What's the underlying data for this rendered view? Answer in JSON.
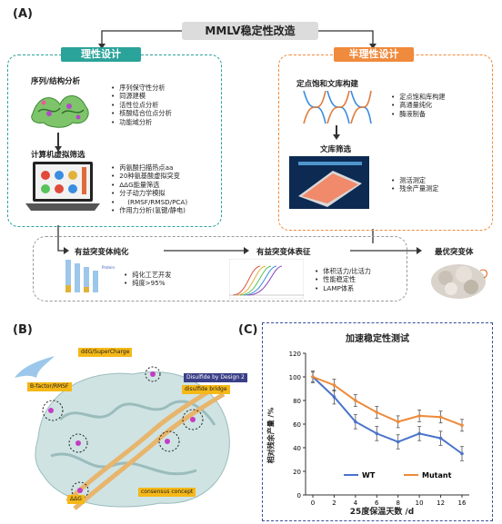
{
  "panelA": {
    "label": "(A)",
    "title": "MMLV稳定性改造",
    "rational": {
      "header": "理性设计",
      "seq_title": "序列/结构分析",
      "seq_items": [
        "序列保守性分析",
        "同源建模",
        "活性位点分析",
        "核酸结合位点分析",
        "功能域分析"
      ],
      "comp_title": "计算机虚拟筛选",
      "comp_items": [
        "丙氨酸扫描热点aa",
        "20种氨基酸虚拟突变",
        "ΔΔG能量筛选",
        "分子动力学模拟",
        "(RMSF/RMSD/PCA)",
        "作用力分析(氢键/静电)"
      ]
    },
    "semi": {
      "header": "半理性设计",
      "lib_title": "定点饱和文库构建",
      "lib_items": [
        "定点饱和库构建",
        "高通量纯化",
        "酶液制备"
      ],
      "screen_title": "文库筛选",
      "screen_items": [
        "测活测定",
        "残余产量测定"
      ]
    },
    "flow": {
      "purify_title": "有益突变体纯化",
      "purify_items": [
        "纯化工艺开发",
        "纯度>95%"
      ],
      "char_title": "有益突变体表征",
      "char_items": [
        "体积活力/比活力",
        "性能稳定性",
        "LAMP体系"
      ],
      "best_title": "最优突变体"
    }
  },
  "panelB": {
    "label": "(B)",
    "tags": [
      "ddG/SuperCharge",
      "B-factor/RMSF",
      "ΔΔG",
      "disulfide bridge",
      "consensus concept",
      "Disulfide by Design 2"
    ]
  },
  "panelC": {
    "label": "(C)",
    "colors": {
      "wt": "#4a74c9",
      "mutant": "#ed8a3a"
    },
    "chart_data": {
      "type": "line",
      "title": "加速稳定性测试",
      "xlabel": "25度保温天数 /d",
      "ylabel": "相对残余产量 /%",
      "x": [
        0,
        2,
        4,
        6,
        8,
        10,
        12,
        16
      ],
      "xticks": [
        "0",
        "2",
        "4",
        "6",
        "8",
        "10",
        "12",
        "16"
      ],
      "ylim": [
        0,
        120
      ],
      "yticks": [
        "0",
        "20",
        "40",
        "60",
        "80",
        "100",
        "120"
      ],
      "series": [
        {
          "name": "WT",
          "values": [
            100,
            83,
            62,
            52,
            45,
            52,
            48,
            35
          ],
          "errors": [
            5,
            6,
            6,
            6,
            6,
            6,
            6,
            6
          ]
        },
        {
          "name": "Mutant",
          "values": [
            100,
            93,
            80,
            70,
            62,
            67,
            66,
            59
          ],
          "errors": [
            4,
            5,
            5,
            5,
            5,
            5,
            5,
            5
          ]
        }
      ],
      "legend": "bottom-right"
    }
  }
}
